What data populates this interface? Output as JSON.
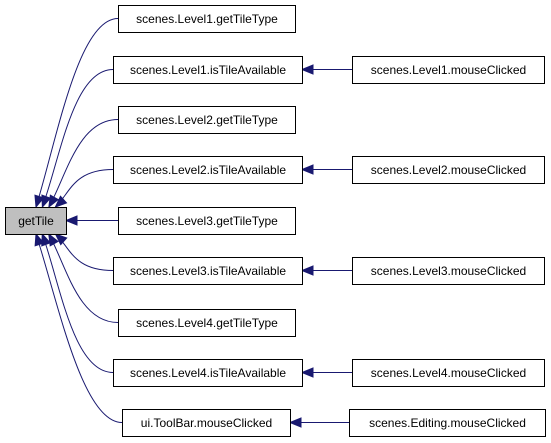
{
  "diagram": {
    "nodes": [
      {
        "id": "getTile",
        "label": "getTile",
        "root": true
      },
      {
        "id": "l1_getTileType",
        "label": "scenes.Level1.getTileType"
      },
      {
        "id": "l1_isTileAvailable",
        "label": "scenes.Level1.isTileAvailable"
      },
      {
        "id": "l1_mouseClicked",
        "label": "scenes.Level1.mouseClicked"
      },
      {
        "id": "l2_getTileType",
        "label": "scenes.Level2.getTileType"
      },
      {
        "id": "l2_isTileAvailable",
        "label": "scenes.Level2.isTileAvailable"
      },
      {
        "id": "l2_mouseClicked",
        "label": "scenes.Level2.mouseClicked"
      },
      {
        "id": "l3_getTileType",
        "label": "scenes.Level3.getTileType"
      },
      {
        "id": "l3_isTileAvailable",
        "label": "scenes.Level3.isTileAvailable"
      },
      {
        "id": "l3_mouseClicked",
        "label": "scenes.Level3.mouseClicked"
      },
      {
        "id": "l4_getTileType",
        "label": "scenes.Level4.getTileType"
      },
      {
        "id": "l4_isTileAvailable",
        "label": "scenes.Level4.isTileAvailable"
      },
      {
        "id": "l4_mouseClicked",
        "label": "scenes.Level4.mouseClicked"
      },
      {
        "id": "toolbar_mouseClicked",
        "label": "ui.ToolBar.mouseClicked"
      },
      {
        "id": "editing_mouseClicked",
        "label": "scenes.Editing.mouseClicked"
      }
    ],
    "edges": [
      {
        "from": "l1_getTileType",
        "to": "getTile"
      },
      {
        "from": "l1_isTileAvailable",
        "to": "getTile"
      },
      {
        "from": "l2_getTileType",
        "to": "getTile"
      },
      {
        "from": "l2_isTileAvailable",
        "to": "getTile"
      },
      {
        "from": "l3_getTileType",
        "to": "getTile"
      },
      {
        "from": "l3_isTileAvailable",
        "to": "getTile"
      },
      {
        "from": "l4_getTileType",
        "to": "getTile"
      },
      {
        "from": "l4_isTileAvailable",
        "to": "getTile"
      },
      {
        "from": "toolbar_mouseClicked",
        "to": "getTile"
      },
      {
        "from": "l1_mouseClicked",
        "to": "l1_isTileAvailable"
      },
      {
        "from": "l2_mouseClicked",
        "to": "l2_isTileAvailable"
      },
      {
        "from": "l3_mouseClicked",
        "to": "l3_isTileAvailable"
      },
      {
        "from": "l4_mouseClicked",
        "to": "l4_isTileAvailable"
      },
      {
        "from": "editing_mouseClicked",
        "to": "toolbar_mouseClicked"
      }
    ]
  }
}
